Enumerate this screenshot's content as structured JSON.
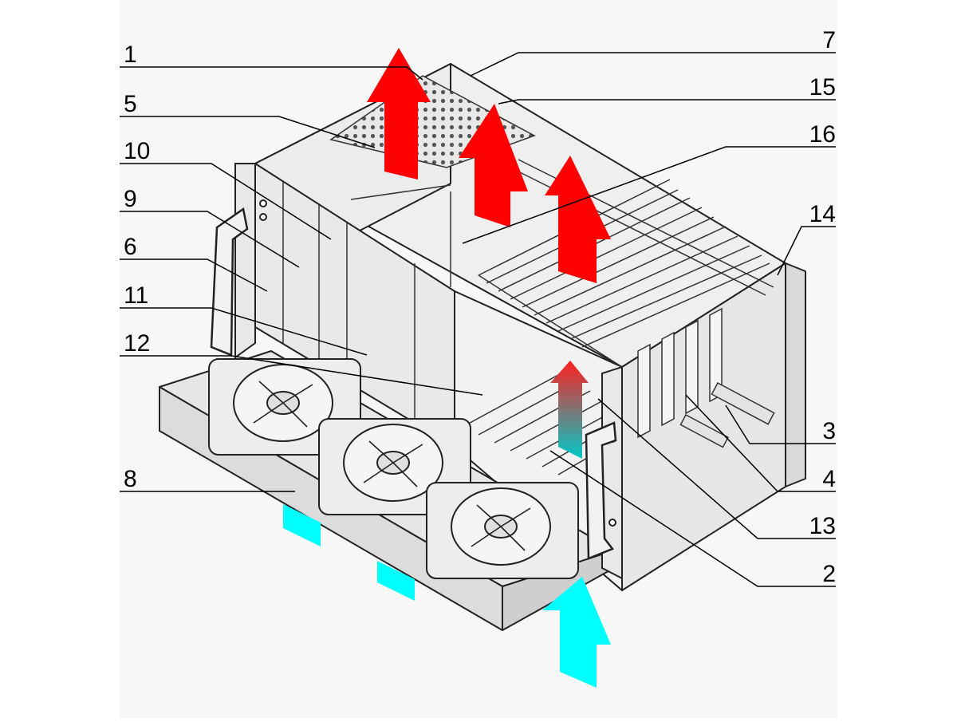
{
  "labels": {
    "left": [
      "1",
      "5",
      "10",
      "9",
      "6",
      "11",
      "12",
      "8"
    ],
    "right": [
      "7",
      "15",
      "16",
      "14",
      "3",
      "4",
      "13",
      "2"
    ]
  },
  "colors": {
    "background": "#ffffff",
    "panel": "#efefef",
    "panel_dark": "#d9d9d9",
    "outline": "#222222",
    "hot_air": "#ff0000",
    "cool_air": "#00ffff",
    "leader": "#000000"
  },
  "icons": [
    "fan-icon",
    "hot-air-arrow-icon",
    "cool-air-arrow-icon",
    "vent-grille-icon",
    "handle-icon"
  ]
}
